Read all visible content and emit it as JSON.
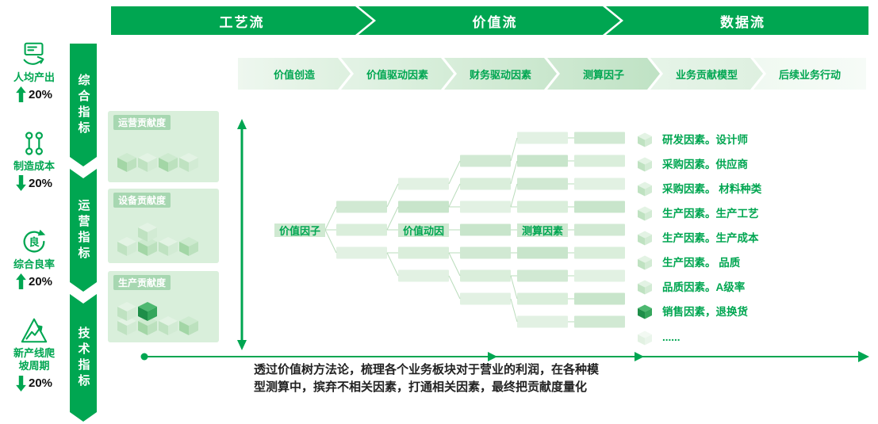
{
  "flow_banners": [
    {
      "label": "工艺流"
    },
    {
      "label": "价值流"
    },
    {
      "label": "数据流"
    }
  ],
  "left_metrics": [
    {
      "icon": "report-hand-icon",
      "label": "人均产出",
      "trend": "up",
      "value": "20%"
    },
    {
      "icon": "tools-icon",
      "label": "制造成本",
      "trend": "down",
      "value": "20%"
    },
    {
      "icon": "yield-loop-icon",
      "icon_char": "良",
      "label": "综合良率",
      "trend": "up",
      "value": "20%"
    },
    {
      "icon": "ramp-climb-icon",
      "label": "新产线爬坡周期",
      "trend": "down",
      "value": "20%"
    }
  ],
  "ribbons": [
    {
      "label": "综合指标"
    },
    {
      "label": "运营指标"
    },
    {
      "label": "技术指标"
    }
  ],
  "stages": [
    {
      "label": "价值创造"
    },
    {
      "label": "价值驱动因素"
    },
    {
      "label": "财务驱动因素"
    },
    {
      "label": "测算因子"
    },
    {
      "label": "业务贡献模型"
    },
    {
      "label": "后续业务行动"
    }
  ],
  "panels": [
    {
      "label": "运营贡献度"
    },
    {
      "label": "设备贡献度"
    },
    {
      "label": "生产贡献度"
    }
  ],
  "tree_labels": [
    {
      "label": "价值因子"
    },
    {
      "label": "价值动因"
    },
    {
      "label": "测算因素"
    }
  ],
  "factors": [
    {
      "label": "研发因素。设计师"
    },
    {
      "label": "采购因素。供应商"
    },
    {
      "label": "采购因素。 材料种类"
    },
    {
      "label": "生产因素。生产工艺"
    },
    {
      "label": "生产因素。生产成本"
    },
    {
      "label": "生产因素。 品质"
    },
    {
      "label": "品质因素。A级率"
    },
    {
      "label": "销售因素，退换货"
    },
    {
      "label": "......"
    }
  ],
  "footer": {
    "text": "透过价值树方法论，梳理各个业务板块对于营业的利润，在各种模型测算中，摈弃不相关因素，打通相关因素，最终把贡献度量化"
  },
  "colors": {
    "green": "#00a651",
    "panel_light_green": "#d9efdb",
    "dark_cube_green": "#35a65c"
  }
}
